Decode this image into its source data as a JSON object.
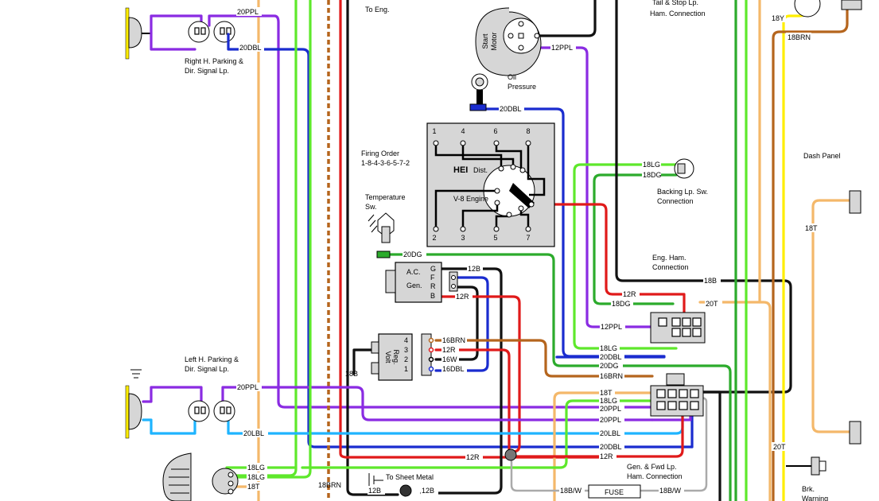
{
  "colors": {
    "purple": "#8a2be2",
    "dark_blue": "#1a2ccf",
    "light_blue": "#1eb4ff",
    "green_light": "#5ee82b",
    "dark_green": "#2cab2c",
    "red": "#e01a1a",
    "black": "#111111",
    "tan": "#f4b86a",
    "brown": "#b5651d",
    "yellow": "#ffee00",
    "gray": "#aaaaaa"
  },
  "components": {
    "right_parking": [
      "Right H. Parking &",
      "Dir. Signal Lp."
    ],
    "left_parking": [
      "Left H. Parking &",
      "Dir. Signal Lp."
    ],
    "to_eng": "To Eng.",
    "start_motor": [
      "Start",
      "Motor"
    ],
    "oil_pressure": [
      "Oil",
      "Pressure"
    ],
    "firing_order": [
      "Firing Order",
      "1-8-4-3-6-5-7-2"
    ],
    "hei": "HEI",
    "dist": "Dist.",
    "v8": "V-8 Engine",
    "temperature": [
      "Temperature",
      "Sw."
    ],
    "ac_gen": [
      "A.C.",
      "Gen."
    ],
    "volt_reg": [
      "Volt",
      "Reg."
    ],
    "tail_stop": [
      "Tail & Stop Lp.",
      "Ham. Connection"
    ],
    "dash_panel": "Dash Panel",
    "backing": [
      "Backing Lp. Sw.",
      "Connection"
    ],
    "eng_harn": [
      "Eng. Ham.",
      "Connection"
    ],
    "gen_fwd": [
      "Gen. & Fwd Lp.",
      "Ham. Connection"
    ],
    "fuse": "FUSE",
    "to_sheet_metal": "To Sheet Metal",
    "brk_warning": [
      "Brk.",
      "Warning"
    ]
  },
  "cylinders_top": [
    "1",
    "4",
    "6",
    "8"
  ],
  "cylinders_bottom": [
    "2",
    "3",
    "5",
    "7"
  ],
  "gen_terminals": [
    "G",
    "F",
    "R",
    "B"
  ],
  "reg_terminals": [
    "4",
    "3",
    "2",
    "1"
  ],
  "wire_labels": {
    "w20PPL_top": "20PPL",
    "w20DBL_top": "20DBL",
    "w12PPL_top": "12PPL",
    "w20DBL_oil": "20DBL",
    "w18LG_back": "18LG",
    "w18DG_back": "18DG",
    "w20DG": "20DG",
    "w12B": "12B",
    "w12R_gen": "12R",
    "w16BRN": "16BRN",
    "w12R_reg": "12R",
    "w16W": "16W",
    "w16DBL": "16DBL",
    "w18B_reg": "18B",
    "w18B_right": "18B",
    "w12R_eng": "12R",
    "w18DG_eng": "18DG",
    "w20T_eng": "20T",
    "w12PPL_eng": "12PPL",
    "w18LG_eng": "18LG",
    "w20DBL_eng": "20DBL",
    "w20DG_eng": "20DG",
    "w16BRN_eng": "16BRN",
    "w18T_gen": "18T",
    "w18LG_gen": "18LG",
    "w20PPL_gen1": "20PPL",
    "w20PPL_gen2": "20PPL",
    "w20LBL_gen": "20LBL",
    "w20DBL_gen": "20DBL",
    "w12R_gen2": "12R",
    "w20PPL_left": "20PPL",
    "w20LBL_left": "20LBL",
    "w18LG_a": "18LG",
    "w18LG_b": "18LG",
    "w18T_lamp": "18T",
    "w12R_bottom": "12R",
    "w18BRN": "18BRN",
    "w12B_a": "12B",
    "w12B_b": "12B",
    "w18BW_a": "18B/W",
    "w18BW_b": "18B/W",
    "w18T_dash": "18T",
    "w20T_dash": "20T",
    "w18Y": "18Y",
    "w18BRN_right": "18BRN"
  }
}
